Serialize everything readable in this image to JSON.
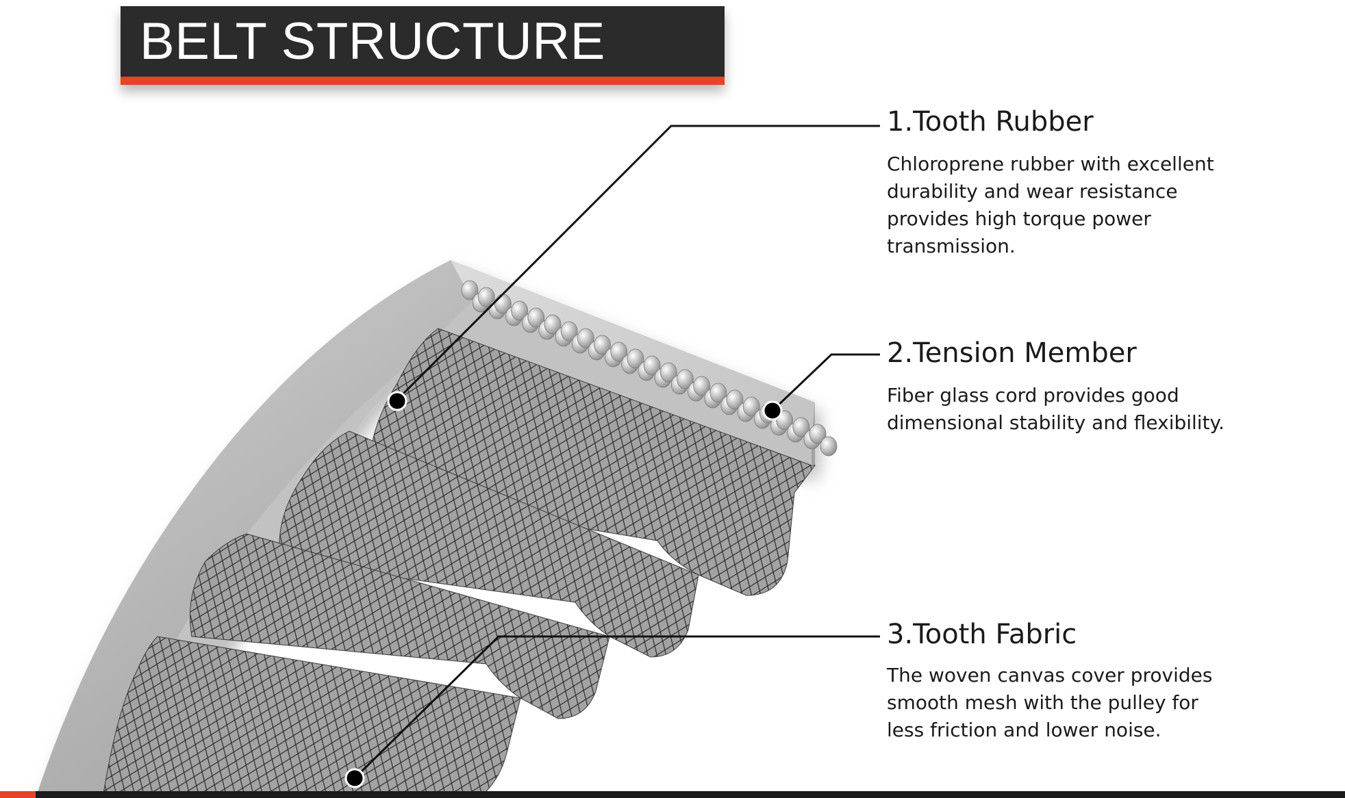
{
  "title": "BELT STRUCTURE",
  "colors": {
    "banner": "#2b2b2b",
    "accent": "#e5432a",
    "belt_gray": "#b9b9b9",
    "fabric_gray": "#9d9d9d",
    "leader_line": "#111111"
  },
  "callouts": [
    {
      "heading": "1.Tooth Rubber",
      "description": "Chloroprene rubber with excellent\ndurability and wear resistance\nprovides high torque power\ntransmission."
    },
    {
      "heading": "2.Tension Member",
      "description": "Fiber glass cord provides good\ndimensional stability and flexibility."
    },
    {
      "heading": "3.Tooth Fabric",
      "description": "The woven canvas cover provides\nsmooth mesh with the pulley for\nless friction and lower noise."
    }
  ]
}
